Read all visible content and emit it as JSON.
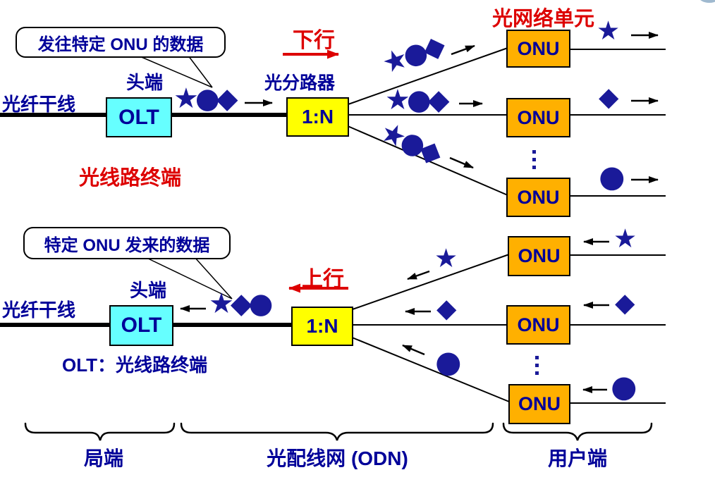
{
  "colors": {
    "text_navy": "#000099",
    "symbol_blue": "#1A1A99",
    "accent_red": "#DD0000",
    "olt_fill": "#66FFFF",
    "splitter_fill": "#FFFF00",
    "onu_fill": "#FFB000"
  },
  "labels": {
    "fiber_trunk": "光纤干线",
    "headend": "头端",
    "olt": "OLT",
    "splitter": "1:N",
    "splitter_name": "光分路器",
    "onu": "ONU",
    "onu_title": "光网络单元",
    "olt_title": "光线路终端",
    "olt_fullname": "OLT：光线路终端",
    "downstream": "下行",
    "upstream": "上行",
    "callout_downstream": "发往特定 ONU 的数据",
    "callout_upstream": "特定 ONU 发来的数据"
  },
  "footer": {
    "labels": [
      "局端",
      "光配线网 (ODN)",
      "用户端"
    ]
  },
  "symbols": {
    "star": "★",
    "circle": "●",
    "diamond": "◆",
    "down_trunk_group": "★●◆",
    "down_branch1_group": "★●◆",
    "down_branch2_group": "★●◆",
    "down_branch3_group": "★●◆",
    "up_trunk_group": "★◆●",
    "down_onu_outputs": [
      "★",
      "◆",
      "●"
    ],
    "up_branch_symbols": [
      "★",
      "◆",
      "●"
    ],
    "up_onu_inputs": [
      "★",
      "◆",
      "●"
    ]
  }
}
